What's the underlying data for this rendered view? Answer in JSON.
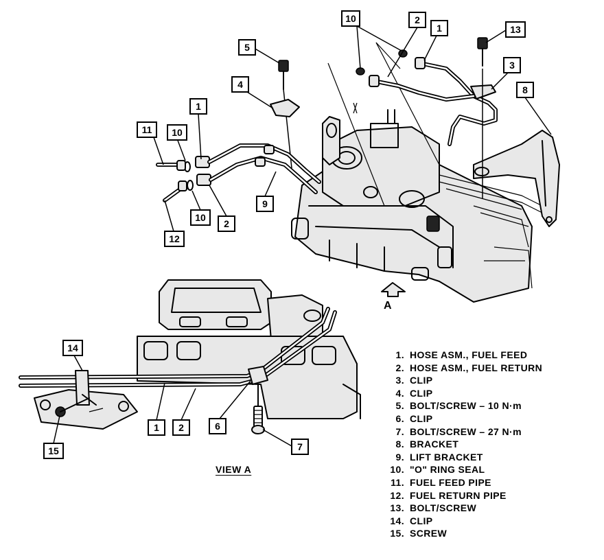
{
  "figure": {
    "view_title": "VIEW A",
    "view_marker": "A",
    "legend": [
      {
        "num": "1.",
        "text": "HOSE ASM., FUEL FEED"
      },
      {
        "num": "2.",
        "text": "HOSE ASM., FUEL RETURN"
      },
      {
        "num": "3.",
        "text": "CLIP"
      },
      {
        "num": "4.",
        "text": "CLIP"
      },
      {
        "num": "5.",
        "text": "BOLT/SCREW – 10 N·m"
      },
      {
        "num": "6.",
        "text": "CLIP"
      },
      {
        "num": "7.",
        "text": "BOLT/SCREW – 27 N·m"
      },
      {
        "num": "8.",
        "text": "BRACKET"
      },
      {
        "num": "9.",
        "text": "LIFT BRACKET"
      },
      {
        "num": "10.",
        "text": "\"O\" RING SEAL"
      },
      {
        "num": "11.",
        "text": "FUEL FEED PIPE"
      },
      {
        "num": "12.",
        "text": "FUEL RETURN PIPE"
      },
      {
        "num": "13.",
        "text": "BOLT/SCREW"
      },
      {
        "num": "14.",
        "text": "CLIP"
      },
      {
        "num": "15.",
        "text": "SCREW"
      }
    ],
    "callouts": [
      "10",
      "2",
      "1",
      "13",
      "5",
      "3",
      "4",
      "8",
      "1",
      "11",
      "10",
      "9",
      "10",
      "2",
      "12",
      "14",
      "1",
      "2",
      "6",
      "7",
      "15"
    ]
  }
}
